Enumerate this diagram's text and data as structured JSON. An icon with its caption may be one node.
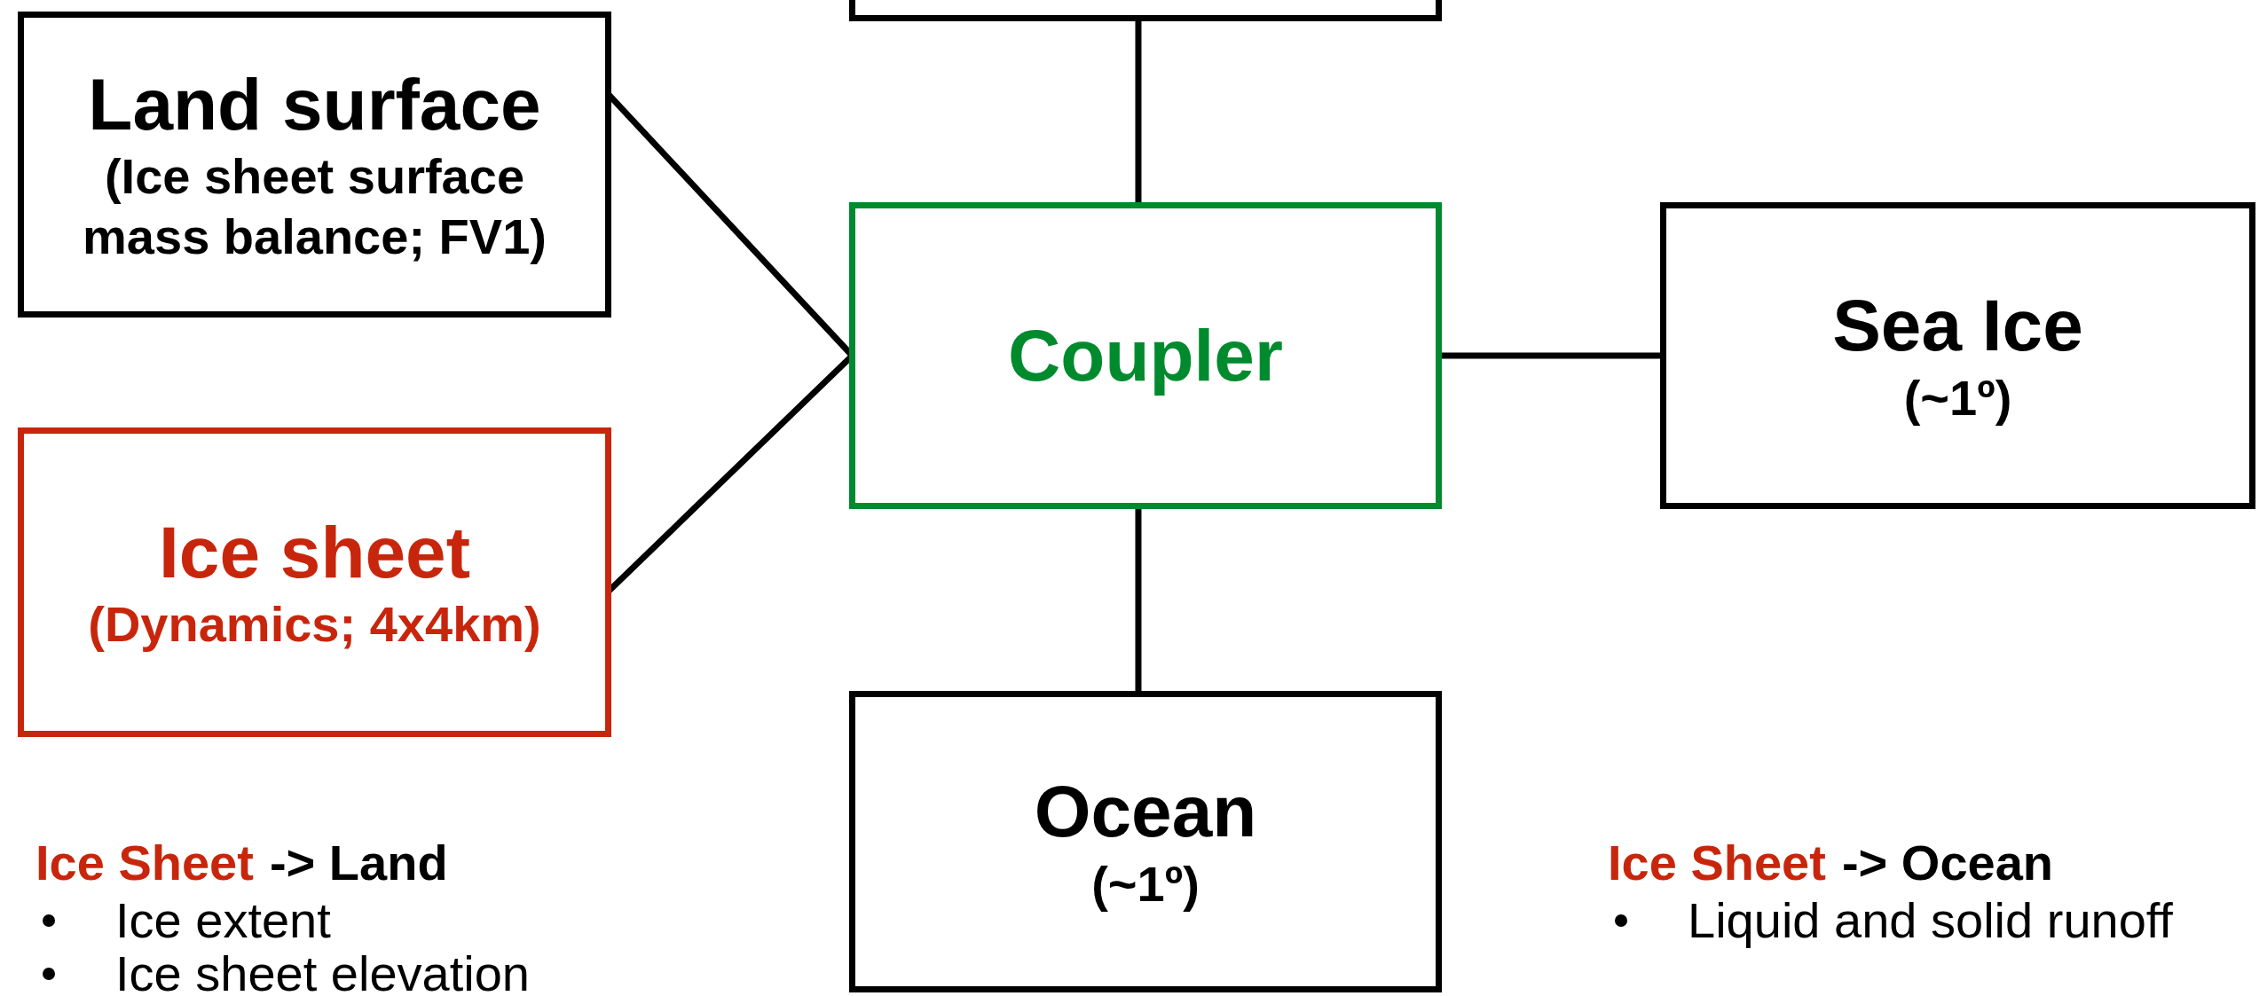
{
  "diagram": {
    "nodes": [
      {
        "text": [],
        "shape": "box"
      },
      {
        "text": [
          "Land surface",
          "(Ice sheet surface mass balance; FV1)"
        ]
      },
      {
        "text": [
          "Coupler"
        ]
      },
      {
        "text": [
          "Sea Ice",
          "(~1º)"
        ]
      },
      {
        "text": [
          "Ice sheet",
          "(Dynamics; 4x4km)"
        ]
      },
      {
        "text": [
          "Ocean",
          "(~1º)"
        ]
      }
    ],
    "edges": [
      {
        "from": 0,
        "to": 2,
        "arrow": "none"
      },
      {
        "from": 1,
        "to": 2,
        "arrow": "none"
      },
      {
        "from": 4,
        "to": 2,
        "arrow": "none"
      },
      {
        "from": 2,
        "to": 3,
        "arrow": "none"
      },
      {
        "from": 2,
        "to": 5,
        "arrow": "none"
      }
    ],
    "labels": [
      "Ice Sheet",
      "-> Land",
      "Ice extent",
      "Ice sheet elevation",
      "Ice Sheet",
      "-> Ocean",
      "Liquid and solid runoff"
    ]
  }
}
